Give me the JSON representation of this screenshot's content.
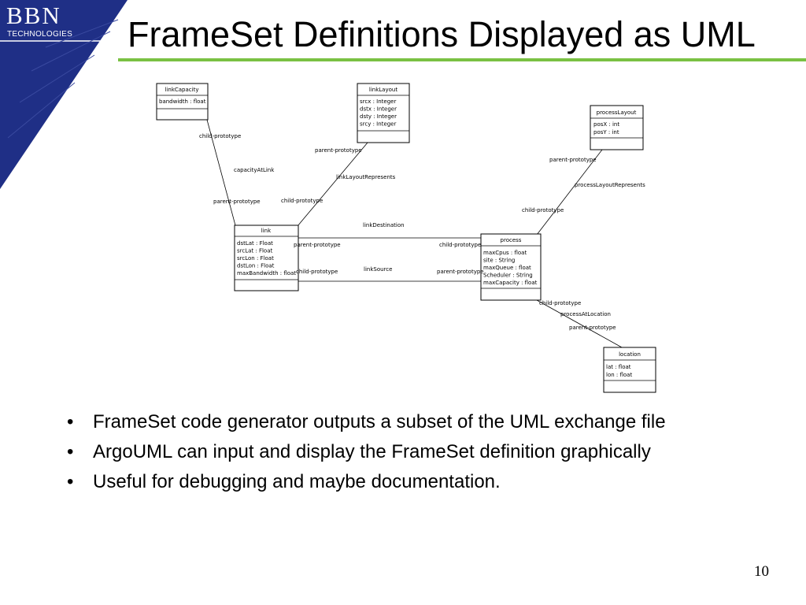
{
  "logo": {
    "letters": "BBN",
    "subtitle": "TECHNOLOGIES"
  },
  "title": "FrameSet Definitions Displayed as UML",
  "colors": {
    "logo_blue": "#1f2f86",
    "rule_green": "#7ac143"
  },
  "diagram": {
    "classes": {
      "linkCapacity": {
        "name": "linkCapacity",
        "attrs": [
          "bandwidth : float"
        ]
      },
      "linkLayout": {
        "name": "linkLayout",
        "attrs": [
          "srcx : Integer",
          "dstx : Integer",
          "dsty : Integer",
          "srcy : Integer"
        ]
      },
      "processLayout": {
        "name": "processLayout",
        "attrs": [
          "posX : int",
          "posY : int"
        ]
      },
      "link": {
        "name": "link",
        "attrs": [
          "dstLat : Float",
          "srcLat : Float",
          "srcLon : Float",
          "dstLon : Float",
          "maxBandwidth : float"
        ]
      },
      "process": {
        "name": "process",
        "attrs": [
          "maxCpus : float",
          "site : String",
          "maxQueue : float",
          "Scheduler : String",
          "maxCapacity : float"
        ]
      },
      "location": {
        "name": "location",
        "attrs": [
          "lat : float",
          "lon : float"
        ]
      }
    },
    "associations": {
      "capacityAtLink": "capacityAtLink",
      "linkLayoutRepresents": "linkLayoutRepresents",
      "processLayoutRepresents": "processLayoutRepresents",
      "linkDestination": "linkDestination",
      "linkSource": "linkSource",
      "processAtLocation": "processAtLocation"
    },
    "roles": {
      "child_prototype": "child-prototype",
      "parent_prototype": "parent-prototype"
    }
  },
  "bullets": [
    "FrameSet code generator outputs a subset of the UML exchange file",
    "ArgoUML can input and display the FrameSet definition graphically",
    "Useful for debugging and maybe documentation."
  ],
  "bullet_marker": "•",
  "page_number": "10"
}
